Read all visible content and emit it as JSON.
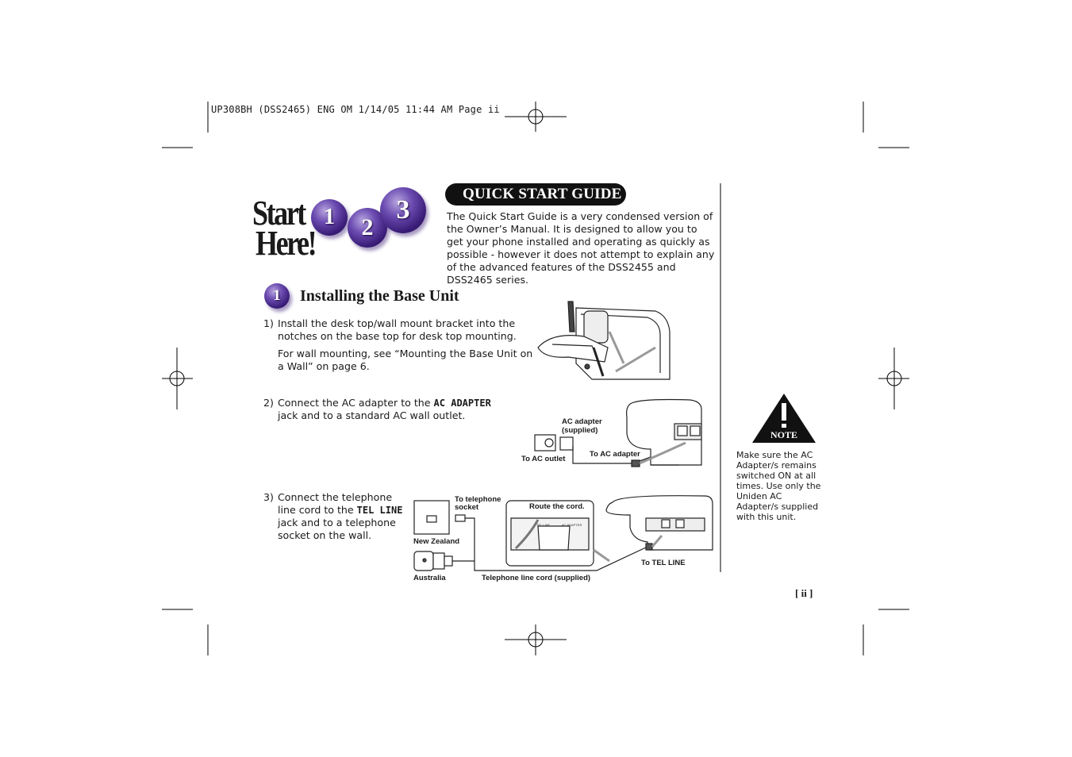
{
  "slug": "UP308BH (DSS2465) ENG OM  1/14/05  11:44 AM  Page ii",
  "start_here": {
    "line1": "Start",
    "line2": "Here!",
    "balls": [
      "1",
      "2",
      "3"
    ]
  },
  "banner": "QUICK START GUIDE",
  "intro": "The Quick Start Guide is a very condensed version of the Owner’s Manual. It is designed to allow you to get your phone installed and operating as quickly as possible - however it does not attempt to explain any of the advanced features of the DSS2455 and DSS2465 series.",
  "section": {
    "number": "1",
    "title": "Installing the Base Unit"
  },
  "steps": [
    {
      "num": "1)",
      "text": "Install the desk top/wall mount bracket into the notches on the base top for desk top mounting.",
      "extra": "For wall mounting, see “Mounting the Base Unit on a Wall” on page 6."
    },
    {
      "num": "2)",
      "pre": "Connect the AC adapter to the ",
      "bold": "AC ADAPTER",
      "post": " jack and to a standard AC wall outlet."
    },
    {
      "num": "3)",
      "pre": "Connect the telephone line cord to the ",
      "bold": "TEL LINE",
      "post": " jack and to a telephone socket on the wall."
    }
  ],
  "fig2": {
    "adapter_line1": "AC adapter",
    "adapter_line2": "(supplied)",
    "outlet": "To AC outlet",
    "to_adapter": "To AC adapter"
  },
  "fig3": {
    "socket_line1": "To telephone",
    "socket_line2": "socket",
    "route": "Route the cord.",
    "nz": "New Zealand",
    "au": "Australia",
    "cord": "Telephone line cord (supplied)",
    "tel": "To TEL LINE",
    "jack1": "TEL LINE",
    "jack2": "AC ADAPTER"
  },
  "note": {
    "icon_label": "NOTE",
    "text": "Make sure the AC Adapter/s remains switched ON at all times. Use only the Uniden AC Adapter/s supplied with this unit."
  },
  "page_number": "[ ii ]"
}
